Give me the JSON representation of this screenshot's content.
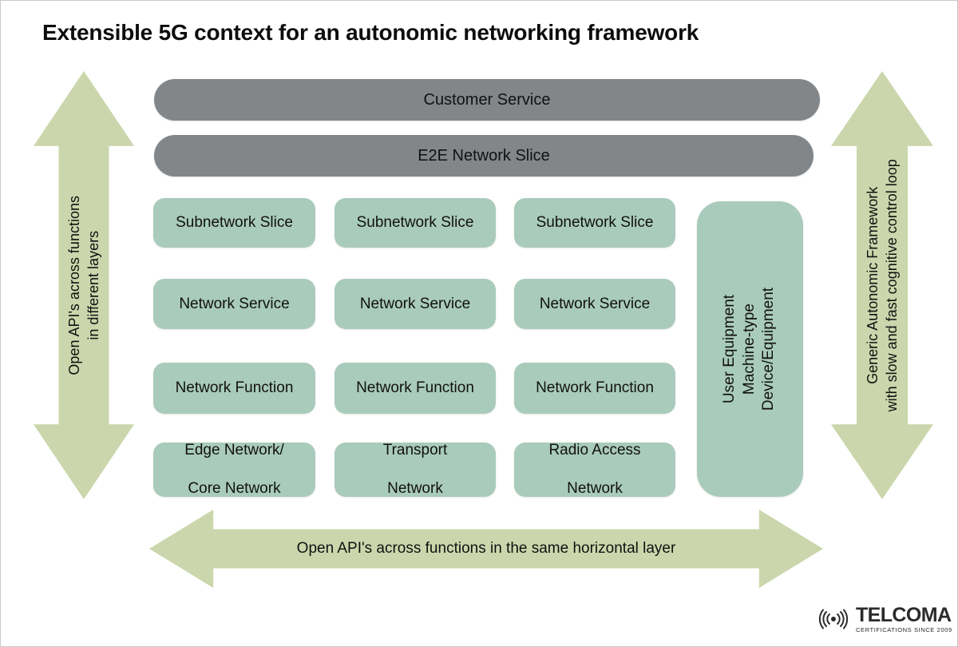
{
  "page": {
    "title": "Extensible 5G context for an autonomic networking framework",
    "background_color": "#ffffff",
    "border_color": "#c9c9c9"
  },
  "colors": {
    "gray_bar": "#828689",
    "green_box": "#a9cbbc",
    "arrow": "#ccd6ac",
    "text": "#111111"
  },
  "top_bars": [
    {
      "label": "Customer Service"
    },
    {
      "label": "E2E Network Slice"
    }
  ],
  "grid": {
    "rows": [
      {
        "row_name": "subnetwork-slice",
        "cells": [
          {
            "lines": [
              "Subnetwork Slice"
            ]
          },
          {
            "lines": [
              "Subnetwork Slice"
            ]
          },
          {
            "lines": [
              "Subnetwork Slice"
            ]
          }
        ]
      },
      {
        "row_name": "network-service",
        "cells": [
          {
            "lines": [
              "Network Service"
            ]
          },
          {
            "lines": [
              "Network Service"
            ]
          },
          {
            "lines": [
              "Network Service"
            ]
          }
        ]
      },
      {
        "row_name": "network-function",
        "cells": [
          {
            "lines": [
              "Network Function"
            ]
          },
          {
            "lines": [
              "Network Function"
            ]
          },
          {
            "lines": [
              "Network Function"
            ]
          }
        ]
      },
      {
        "row_name": "network-domain",
        "cells": [
          {
            "lines": [
              "Edge Network/",
              "Core Network"
            ]
          },
          {
            "lines": [
              "Transport",
              "Network"
            ]
          },
          {
            "lines": [
              "Radio Access",
              "Network"
            ]
          }
        ]
      }
    ]
  },
  "side_box": {
    "lines": [
      "User Equipment",
      "Machine-type",
      "Device/Equipment"
    ]
  },
  "arrows": {
    "left": {
      "lines": [
        "Open API's across functions",
        "in different layers"
      ],
      "direction": "double-vertical"
    },
    "right": {
      "lines": [
        "Generic Autonomic Framework",
        "with slow and fast cognitive control loop"
      ],
      "direction": "double-vertical"
    },
    "bottom": {
      "label": "Open API's across functions in the same horizontal layer",
      "direction": "double-horizontal"
    }
  },
  "logo": {
    "icon": "wireless-signal-icon",
    "name": "TELCOMA",
    "tagline": "CERTIFICATIONS SINCE 2009"
  }
}
